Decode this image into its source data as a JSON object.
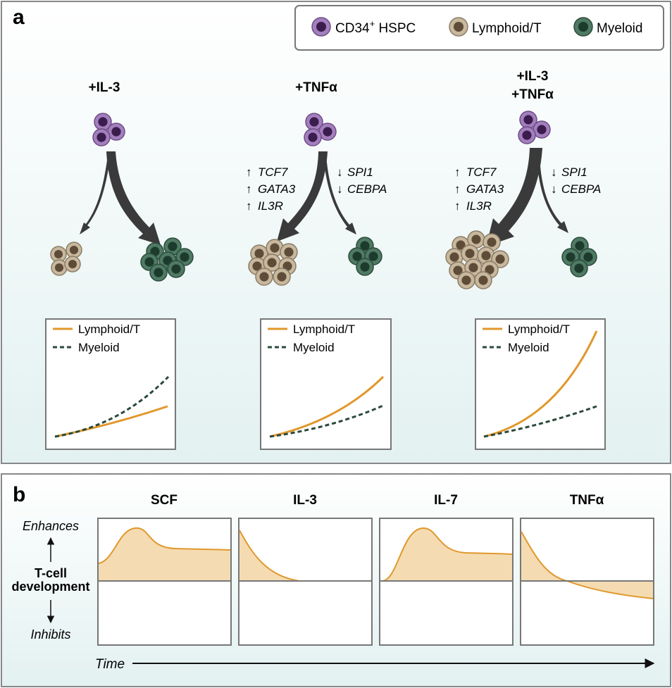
{
  "panel_a": {
    "label": "a",
    "legend": {
      "hspc_pre": "CD34",
      "hspc_sup": "+",
      "hspc_post": " HSPC",
      "lymphoid": "Lymphoid/T",
      "myeloid": "Myeloid"
    },
    "conditions": [
      {
        "title_line1": "+IL-3",
        "title_line2": "",
        "up_genes": [],
        "down_genes": []
      },
      {
        "title_line1": "+TNFα",
        "title_line2": "",
        "up_genes": [
          "TCF7",
          "GATA3",
          "IL3R"
        ],
        "down_genes": [
          "SPI1",
          "CEBPA"
        ]
      },
      {
        "title_line1": "+IL-3",
        "title_line2": "+TNFα",
        "up_genes": [
          "TCF7",
          "GATA3",
          "IL3R"
        ],
        "down_genes": [
          "SPI1",
          "CEBPA"
        ]
      }
    ],
    "chart_legend": {
      "lymphoid": "Lymphoid/T",
      "myeloid": "Myeloid"
    },
    "arrow_up": "↑",
    "arrow_down": "↓"
  },
  "panel_b": {
    "label": "b",
    "cytokines": [
      "SCF",
      "IL-3",
      "IL-7",
      "TNFα"
    ],
    "y_top": "Enhances",
    "y_mid_line1": "T-cell",
    "y_mid_line2": "development",
    "y_bottom": "Inhibits",
    "x_label": "Time"
  },
  "colors": {
    "hspc_outer": "#a37fbd",
    "hspc_inner": "#3a1d4d",
    "lymph_outer": "#c8b89e",
    "lymph_inner": "#5e4c38",
    "myel_outer": "#4f7a64",
    "myel_inner": "#1c3b2d",
    "orange": "#e0982c",
    "orange_fill": "#f4dbb2",
    "dark_green": "#2b4a3a"
  }
}
